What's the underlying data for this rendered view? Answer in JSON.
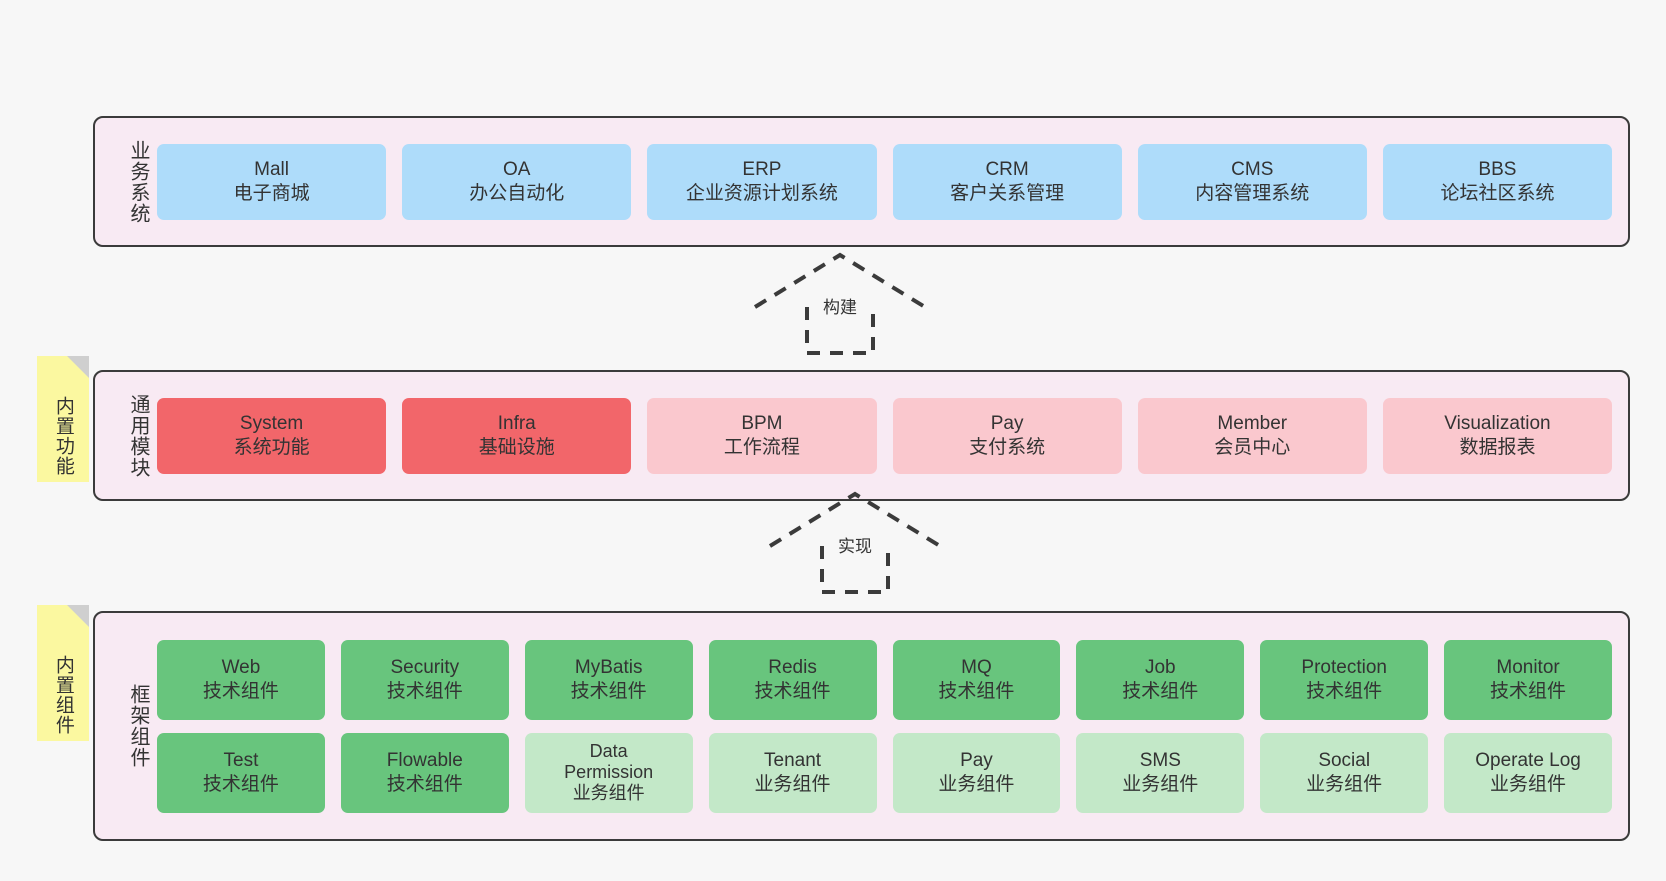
{
  "layers": [
    {
      "id": "business",
      "title": "业务系统",
      "cards": [
        {
          "name": "Mall",
          "sub": "电子商城",
          "color": "#aedcfa"
        },
        {
          "name": "OA",
          "sub": "办公自动化",
          "color": "#aedcfa"
        },
        {
          "name": "ERP",
          "sub": "企业资源计划系统",
          "color": "#aedcfa"
        },
        {
          "name": "CRM",
          "sub": "客户关系管理",
          "color": "#aedcfa"
        },
        {
          "name": "CMS",
          "sub": "内容管理系统",
          "color": "#aedcfa"
        },
        {
          "name": "BBS",
          "sub": "论坛社区系统",
          "color": "#aedcfa"
        }
      ]
    },
    {
      "id": "modules",
      "title": "通用模块",
      "note": "内置功能",
      "cards": [
        {
          "name": "System",
          "sub": "系统功能",
          "color": "#f2666a"
        },
        {
          "name": "Infra",
          "sub": "基础设施",
          "color": "#f2666a"
        },
        {
          "name": "BPM",
          "sub": "工作流程",
          "color": "#fac8ce"
        },
        {
          "name": "Pay",
          "sub": "支付系统",
          "color": "#fac8ce"
        },
        {
          "name": "Member",
          "sub": "会员中心",
          "color": "#fac8ce"
        },
        {
          "name": "Visualization",
          "sub": "数据报表",
          "color": "#fac8ce"
        }
      ]
    },
    {
      "id": "framework",
      "title": "框架组件",
      "note": "内置组件",
      "rows": [
        [
          {
            "name": "Web",
            "sub": "技术组件",
            "color": "#68c57d"
          },
          {
            "name": "Security",
            "sub": "技术组件",
            "color": "#68c57d"
          },
          {
            "name": "MyBatis",
            "sub": "技术组件",
            "color": "#68c57d"
          },
          {
            "name": "Redis",
            "sub": "技术组件",
            "color": "#68c57d"
          },
          {
            "name": "MQ",
            "sub": "技术组件",
            "color": "#68c57d"
          },
          {
            "name": "Job",
            "sub": "技术组件",
            "color": "#68c57d"
          },
          {
            "name": "Protection",
            "sub": "技术组件",
            "color": "#68c57d"
          },
          {
            "name": "Monitor",
            "sub": "技术组件",
            "color": "#68c57d"
          }
        ],
        [
          {
            "name": "Test",
            "sub": "技术组件",
            "color": "#68c57d"
          },
          {
            "name": "Flowable",
            "sub": "技术组件",
            "color": "#68c57d"
          },
          {
            "name": "Data",
            "name2": "Permission",
            "sub": "业务组件",
            "color": "#c3e8c8"
          },
          {
            "name": "Tenant",
            "sub": "业务组件",
            "color": "#c3e8c8"
          },
          {
            "name": "Pay",
            "sub": "业务组件",
            "color": "#c3e8c8"
          },
          {
            "name": "SMS",
            "sub": "业务组件",
            "color": "#c3e8c8"
          },
          {
            "name": "Social",
            "sub": "业务组件",
            "color": "#c3e8c8"
          },
          {
            "name": "Operate Log",
            "sub": "业务组件",
            "color": "#c3e8c8"
          }
        ]
      ]
    }
  ],
  "connectors": [
    {
      "id": "build",
      "label": "构建"
    },
    {
      "id": "implement",
      "label": "实现"
    }
  ],
  "colors": {
    "layer_background": "#f8eaf3",
    "layer_border": "#3b3b3b",
    "note_background": "#fbf8a0",
    "note_fold": "#cfcfcf",
    "page_background": "#f7f7f7",
    "business_card": "#aedcfa",
    "module_core": "#f2666a",
    "module_optional": "#fac8ce",
    "component_tech": "#68c57d",
    "component_business": "#c3e8c8",
    "text": "#333333"
  }
}
